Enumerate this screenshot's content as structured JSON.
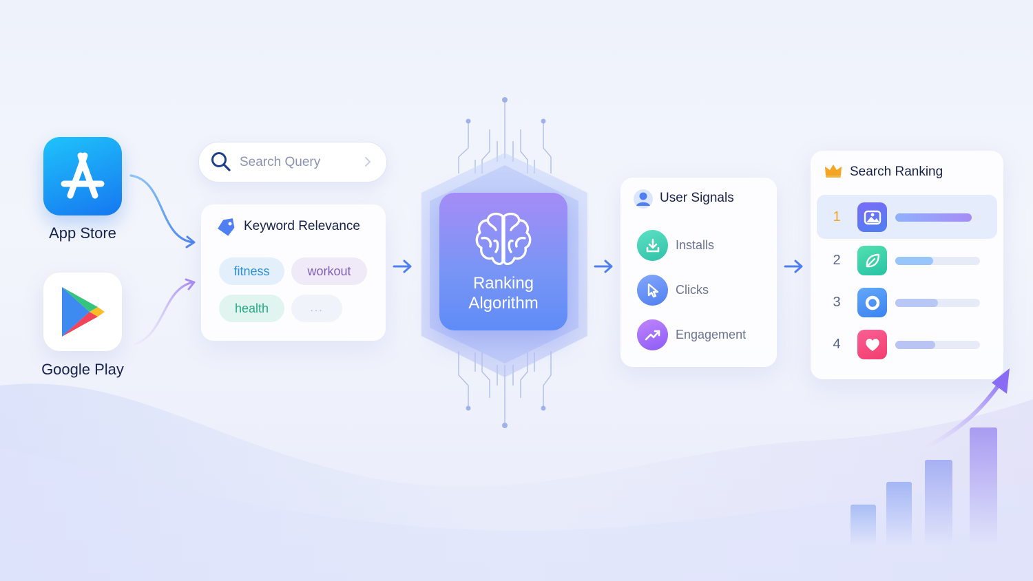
{
  "sources": {
    "app_store": {
      "label": "App Store",
      "icon": "app-store-icon"
    },
    "google_play": {
      "label": "Google Play",
      "icon": "google-play-icon"
    }
  },
  "search": {
    "placeholder": "Search Query",
    "icon": "search-icon"
  },
  "keyword_relevance": {
    "title": "Keyword Relevance",
    "icon": "tag-icon",
    "tags": [
      "fitness",
      "workout",
      "health",
      "..."
    ]
  },
  "algorithm": {
    "title_line1": "Ranking",
    "title_line2": "Algorithm",
    "icon": "brain-icon"
  },
  "user_signals": {
    "title": "User Signals",
    "icon": "user-icon",
    "items": [
      {
        "label": "Installs",
        "icon": "download-icon"
      },
      {
        "label": "Clicks",
        "icon": "cursor-icon"
      },
      {
        "label": "Engagement",
        "icon": "trend-up-icon"
      }
    ]
  },
  "search_ranking": {
    "title": "Search Ranking",
    "icon": "crown-icon",
    "ranks": [
      {
        "rank": "1",
        "icon": "image-icon",
        "level": 0.9
      },
      {
        "rank": "2",
        "icon": "leaf-icon",
        "level": 0.45
      },
      {
        "rank": "3",
        "icon": "circle-icon",
        "level": 0.5
      },
      {
        "rank": "4",
        "icon": "heart-icon",
        "level": 0.47
      }
    ]
  },
  "colors": {
    "accent_blue": "#5b8cf5",
    "accent_purple": "#8b6cf6",
    "rank_1": "#f5a524",
    "text_dark": "#17224a"
  }
}
